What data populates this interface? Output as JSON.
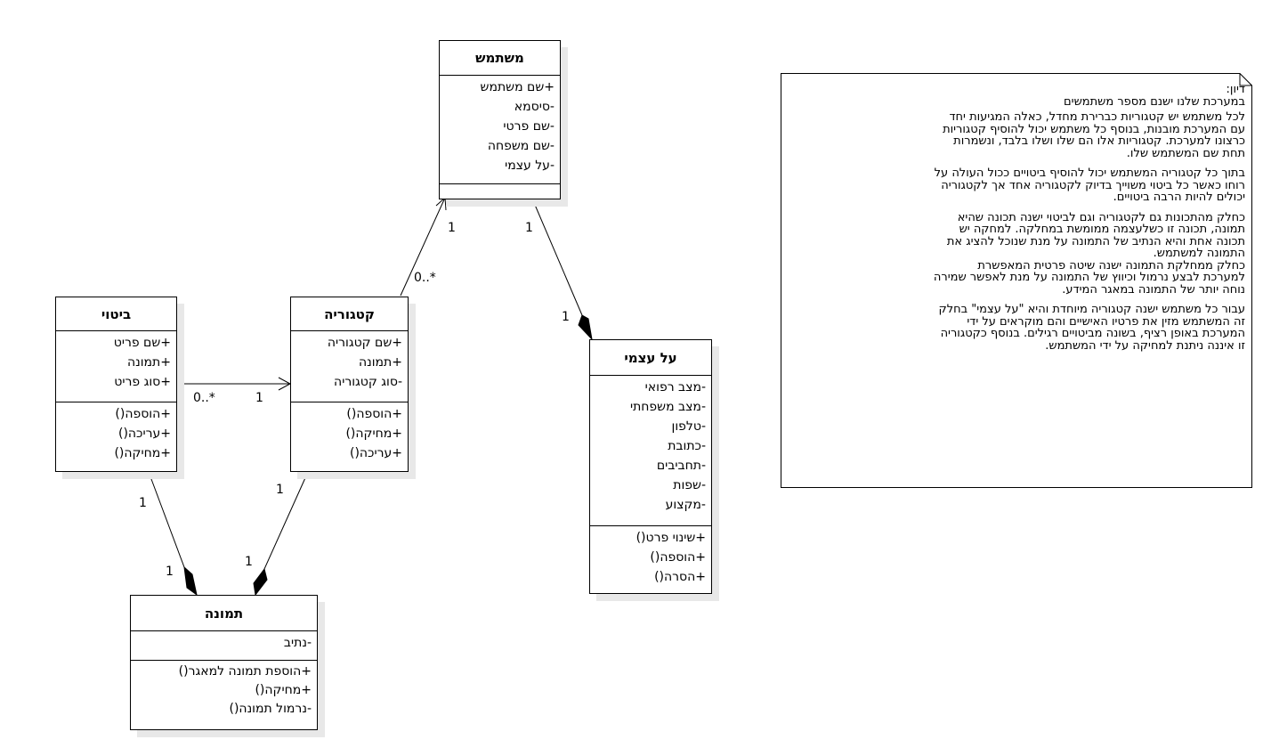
{
  "classes": {
    "user": {
      "name": "משתמש",
      "attributes": [
        "+שם משתמש",
        "-סיסמא",
        "-שם פרטי",
        "-שם משפחה",
        "-על עצמי"
      ],
      "methods": []
    },
    "phrase": {
      "name": "ביטוי",
      "attributes": [
        "+שם פריט",
        "+תמונה",
        "+סוג פריט"
      ],
      "methods": [
        "+הוספה()",
        "+עריכה()",
        "+מחיקה()"
      ]
    },
    "category": {
      "name": "קטגוריה",
      "attributes": [
        "+שם קטגוריה",
        "+תמונה",
        "-סוג קטגוריה"
      ],
      "methods": [
        "+הוספה()",
        "+מחיקה()",
        "+עריכה()"
      ]
    },
    "about": {
      "name": "על עצמי",
      "attributes": [
        "-מצב רפואי",
        "-מצב משפחתי",
        "-טלפון",
        "-כתובת",
        "-תחביבים",
        "-שפות",
        "-מקצוע"
      ],
      "methods": [
        "+שינוי פרט()",
        "+הוספה()",
        "+הסרה()"
      ]
    },
    "image": {
      "name": "תמונה",
      "attributes": [
        "-נתיב"
      ],
      "methods": [
        "+הוספת תמונה למאגר()",
        "+מחיקה()",
        "-נרמול תמונה()"
      ]
    }
  },
  "multiplicities": {
    "category_user_user": "1",
    "category_user_category": "0..*",
    "user_about_user": "1",
    "user_about_about": "1",
    "phrase_category_phrase": "0..*",
    "phrase_category_category": "1",
    "phrase_image_phrase": "1",
    "phrase_image_image": "1",
    "category_image_category": "1",
    "category_image_image": "1"
  },
  "note": {
    "header": "דיון:",
    "lines": [
      "במערכת שלנו ישנם מספר משתמשים",
      "לכל משתמש יש קטגוריות כברירת מחדל, כאלה המגיעות יחד",
      "עם המערכת מובנות, בנוסף כל משתמש יכול להוסיף קטגוריות",
      "כרצונו למערכת. קטגוריות אלו הם שלו ושלו בלבד, ונשמרות",
      "תחת שם המשתמש שלו.",
      "בתוך כל קטגוריה המשתמש יכול להוסיף ביטויים ככול העולה על",
      "רוחו כאשר כל ביטוי משוייך בדיוק לקטגוריה אחד אך לקטגוריה",
      "יכולים להיות הרבה ביטויים.",
      "כחלק מהתכונות גם לקטגוריה וגם לביטוי ישנה תכונה שהיא",
      "תמונה, תכונה זו כשלעצמה ממומשת במחלקה. למחקה יש",
      "תכונה אחת והיא הנתיב של התמונה על מנת שנוכל להציג את",
      "התמונה למשתמש.",
      "כחלק ממחלקת התמונה ישנה שיטה פרטית המאפשרת",
      "למערכת לבצע נרמול וכיווץ של התמונה על מנת לאפשר שמירה",
      "נוחה יותר של התמונה במאגר המידע.",
      "עבור כל משתמש ישנה קטגוריה מיוחדת והיא \"על עצמי\" בחלק",
      "זה המשתמש מזין את פרטיו האישיים והם מוקראים על ידי",
      "המערכת באופן רציף, בשונה מביטויים רגילים. בנוסף כקטגוריה",
      "זו איננה ניתנת למחיקה על ידי המשתמש."
    ]
  }
}
